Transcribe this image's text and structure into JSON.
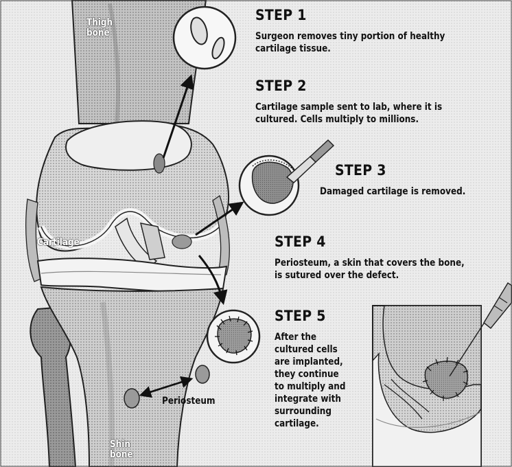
{
  "steps": [
    {
      "title": "STEP 1",
      "body": "Surgeon removes tiny portion of healthy\ncartilage tissue."
    },
    {
      "title": "STEP 2",
      "body": "Cartilage sample sent to lab, where it is\ncultured. Cells multiply to millions."
    },
    {
      "title": "STEP 3",
      "body": "Damaged cartilage is removed."
    },
    {
      "title": "STEP 4",
      "body": "Periosteum, a skin that covers the bone,\nis sutured over the defect."
    },
    {
      "title": "STEP 5",
      "body": "After the\ncultured cells\nare implanted,\nthey continue\nto multiply and\nintegrate with\nsurrounding\ncartilage."
    }
  ],
  "labels": {
    "thigh_bone": "Thigh\nbone",
    "cartilage": "Cartilage",
    "periosteum": "Periosteum",
    "shin_bone": "Shin\nbone"
  },
  "colors": {
    "ink": "#111111",
    "bone_light": "#dcdcdc",
    "bone_mid": "#a9a9a9",
    "bone_dark": "#6d6d6d",
    "cartilage": "#f2f2f2",
    "background": "#ececec"
  }
}
